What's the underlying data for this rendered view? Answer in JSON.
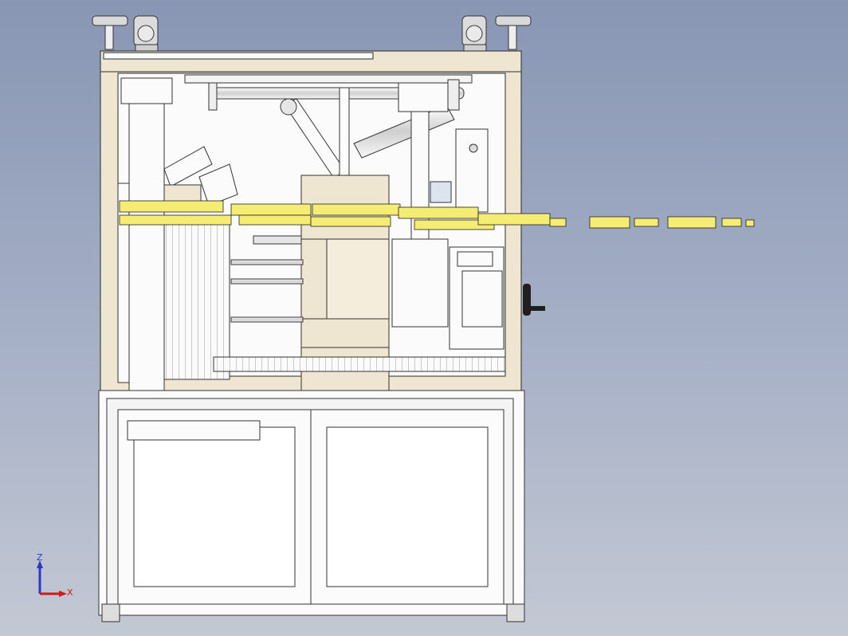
{
  "view": {
    "type": "cad-3d-viewport",
    "background_top": "#8896b4",
    "background_bottom": "#c3c8d3",
    "model_fill": "#fbfbfb",
    "frame_fill": "#efe6d2",
    "outline": "#2a2a2a",
    "annotation_fill": "#f5ec73"
  },
  "triad": {
    "z_label": "Z",
    "x_label": "X",
    "z_color": "#2a38c6",
    "x_color": "#d11a1a"
  }
}
